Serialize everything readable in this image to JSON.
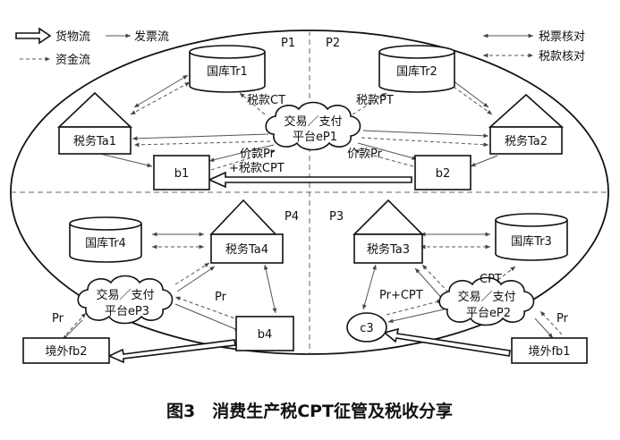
{
  "legend": {
    "goods_flow": "货物流",
    "invoice_flow": "发票流",
    "fund_flow": "资金流",
    "invoice_check": "税票核对",
    "tax_check": "税款核对"
  },
  "quadrants": {
    "p1": "P1",
    "p2": "P2",
    "p3": "P3",
    "p4": "P4"
  },
  "nodes": {
    "tr1": "国库Tr1",
    "tr2": "国库Tr2",
    "tr3": "国库Tr3",
    "tr4": "国库Tr4",
    "ta1": "税务Ta1",
    "ta2": "税务Ta2",
    "ta3": "税务Ta3",
    "ta4": "税务Ta4",
    "ep1_line1": "交易／支付",
    "ep1_line2": "平台eP1",
    "ep2_line1": "交易／支付",
    "ep2_line2": "平台eP2",
    "ep3_line1": "交易／支付",
    "ep3_line2": "平台eP3",
    "b1": "b1",
    "b2": "b2",
    "b4": "b4",
    "c3": "c3",
    "fb1": "境外fb1",
    "fb2": "境外fb2"
  },
  "edge_labels": {
    "ct": "税款CT",
    "pt": "税款PT",
    "pr_ep1_b1": "价款Pr",
    "cpt_ep1_b1": "+税款CPT",
    "pr_ep1_b2": "价款Pr",
    "cpt_p3": "CPT",
    "pr_cpt_p3": "Pr+CPT",
    "pr_fb1": "Pr",
    "pr_p4": "Pr",
    "pr_fb2": "Pr"
  },
  "caption": "图3　消费生产税CPT征管及税收分享"
}
